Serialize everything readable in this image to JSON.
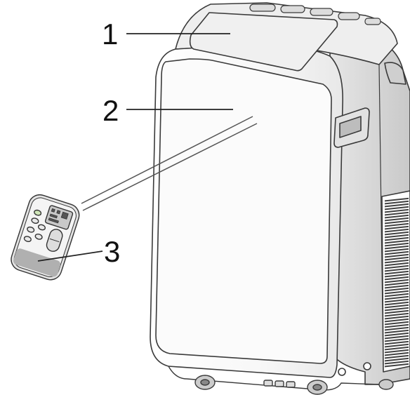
{
  "callouts": {
    "label_1": "1",
    "label_2": "2",
    "label_3": "3"
  },
  "parts": {
    "top_panel": "control-panel",
    "front_panel": "front-panel",
    "remote": "remote-control"
  },
  "colors": {
    "line": "#222222",
    "outline": "#3a3a3a",
    "shade_light": "#f2f2f2",
    "shade_mid": "#d9d9d9",
    "shade_dark": "#9a9a9a",
    "remote_lcd": "#c8c8c8",
    "remote_button_green": "#cfe6b8"
  }
}
